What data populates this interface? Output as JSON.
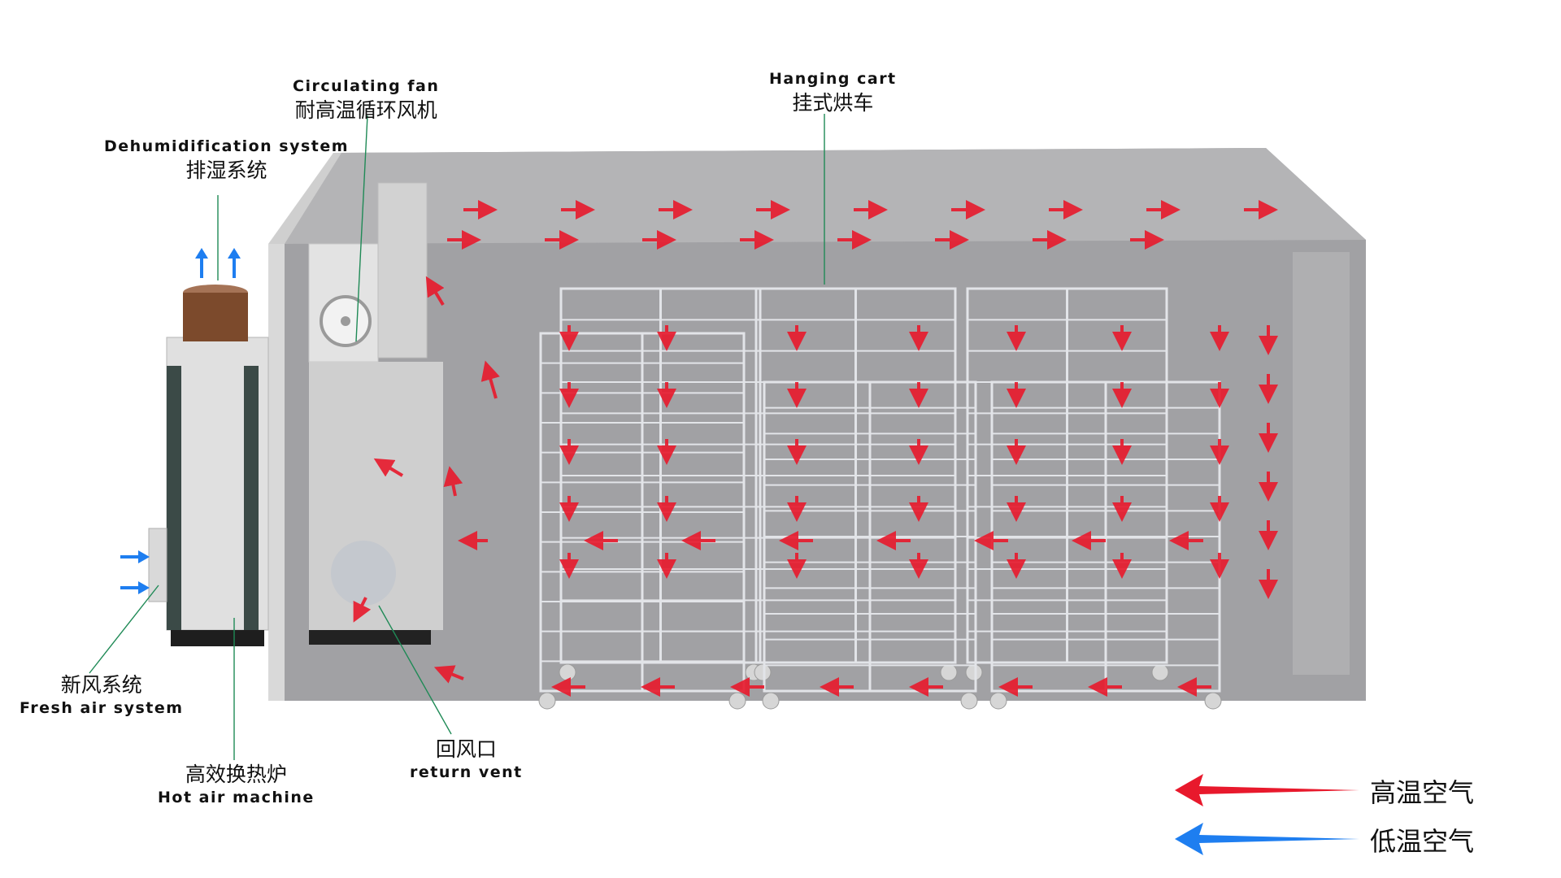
{
  "labels": {
    "circulating_fan": {
      "en": "Circulating fan",
      "zh": "耐高温循环风机"
    },
    "hanging_cart": {
      "en": "Hanging cart",
      "zh": "挂式烘车"
    },
    "dehumidification": {
      "en": "Dehumidification system",
      "zh": "排湿系统"
    },
    "fresh_air": {
      "zh": "新风系统",
      "en": "Fresh air system"
    },
    "hot_air_machine": {
      "zh": "高效换热炉",
      "en": "Hot air machine"
    },
    "return_vent": {
      "zh": "回风口",
      "en": "return vent"
    }
  },
  "legend": {
    "high_temp": {
      "label": "高温空气",
      "color": "#e8192c"
    },
    "low_temp": {
      "label": "低温空气",
      "color": "#1e7ef0"
    }
  },
  "colors": {
    "room_fill": "#a8a8aa",
    "room_wall": "#8f8f92",
    "machine_body": "#dcdcdc",
    "cart_frame": "#e2e4e8",
    "callout_line": "#1f8a56"
  }
}
